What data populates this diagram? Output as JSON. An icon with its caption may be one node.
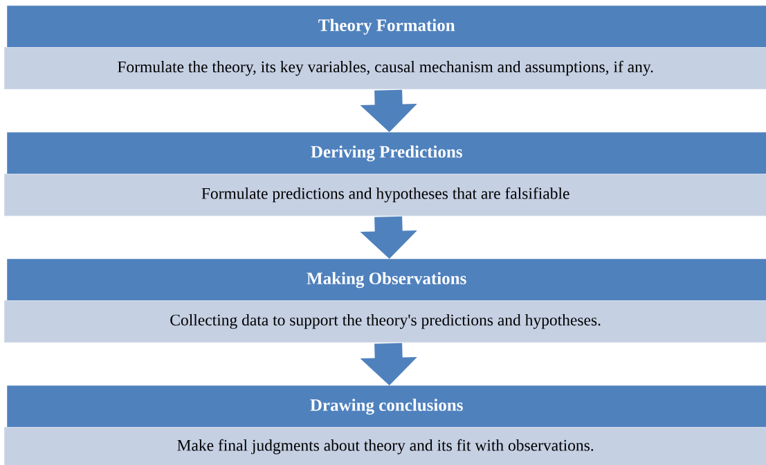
{
  "diagram": {
    "nodes": [
      {
        "text": [
          "Theory Formation"
        ]
      },
      {
        "text": [
          "Formulate the theory, its key variables, causal mechanism and assumptions, if any."
        ]
      },
      {
        "text": [
          "Deriving Predictions"
        ]
      },
      {
        "text": [
          "Formulate predictions and hypotheses that are falsifiable"
        ]
      },
      {
        "text": [
          "Making Observations"
        ]
      },
      {
        "text": [
          "Collecting data to support the theory's predictions and hypotheses."
        ]
      },
      {
        "text": [
          "Drawing conclusions"
        ]
      },
      {
        "text": [
          "Make final judgments about theory and its fit with observations."
        ]
      }
    ],
    "edges": [
      {
        "from": 1,
        "to": 2,
        "arrow": "to"
      },
      {
        "from": 3,
        "to": 4,
        "arrow": "to"
      },
      {
        "from": 5,
        "to": 6,
        "arrow": "to"
      }
    ]
  }
}
